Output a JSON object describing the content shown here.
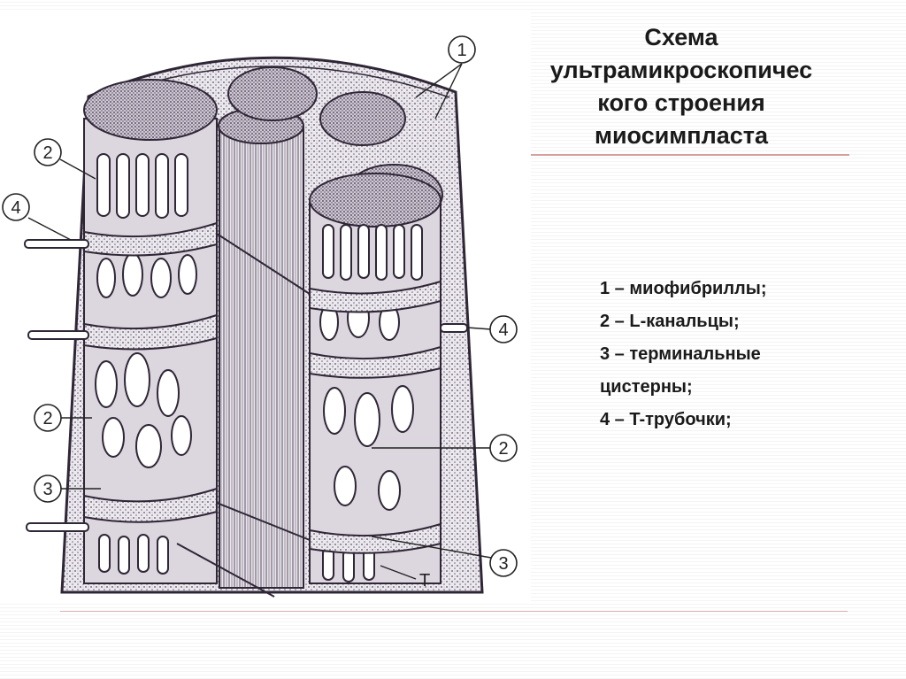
{
  "slide": {
    "title_lines": [
      "Схема",
      "ультрамикроскопичес",
      "кого строения",
      "миосимпласта"
    ]
  },
  "legend": {
    "items": [
      "1 – миофибриллы;",
      "2 – L-канальцы;",
      "3 – терминальные",
      "цистерны;",
      "4 – T-трубочки;"
    ]
  },
  "diagram": {
    "callouts": [
      "1",
      "2",
      "4",
      "4",
      "2",
      "2",
      "3",
      "3"
    ],
    "t_label": "T"
  }
}
